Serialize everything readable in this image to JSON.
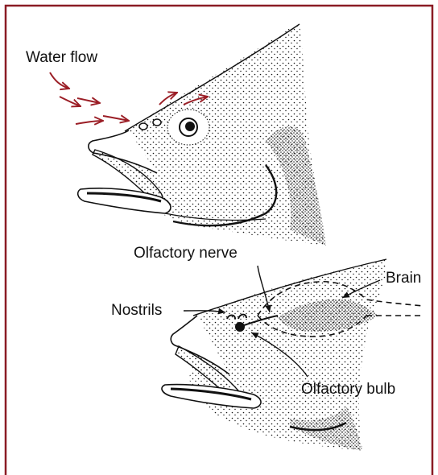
{
  "colors": {
    "frame": "#8b1c24",
    "arrow": "#9b1e26",
    "ink": "#111111",
    "background": "#ffffff"
  },
  "figure": {
    "top_panel": {
      "label_water_flow": "Water flow"
    },
    "bottom_panel": {
      "label_olfactory_nerve": "Olfactory nerve",
      "label_brain": "Brain",
      "label_nostrils": "Nostrils",
      "label_olfactory_bulb": "Olfactory bulb"
    }
  }
}
